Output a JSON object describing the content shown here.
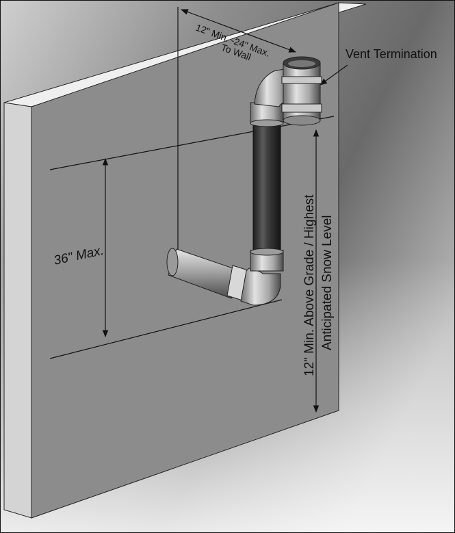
{
  "labels": {
    "vent_termination": "Vent Termination",
    "wall_clearance_line1": "12\" Min. -24\" Max.",
    "wall_clearance_line2": "To Wall",
    "vertical_max": "36\" Max.",
    "grade_line1": "12\" Min. Above Grade / Highest",
    "grade_line2": "Anticipated Snow Level"
  },
  "colors": {
    "background_light": "#ececec",
    "background_dark": "#6e6e6e",
    "wall_face": "#8a8a8a",
    "wall_top": "#ededed",
    "wall_side": "#c8c8c8",
    "pipe": "#3a3a3a",
    "fitting": "#bdbdbd",
    "line": "#111111"
  }
}
